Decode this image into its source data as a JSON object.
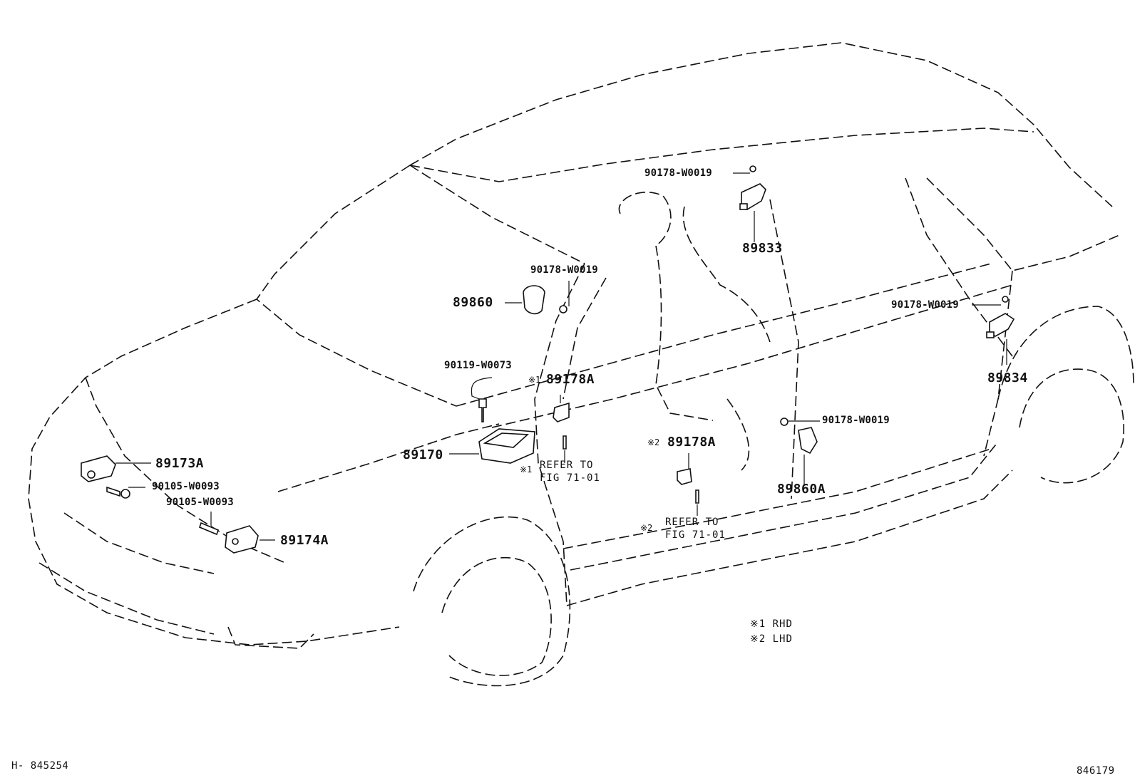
{
  "callouts": {
    "c90178_top": "90178-W0019",
    "c89833": "89833",
    "c90178_mid": "90178-W0019",
    "c89860": "89860",
    "c90178_right": "90178-W0019",
    "c89834": "89834",
    "c90119": "90119-W0073",
    "c89178a_1": "89178A",
    "c89170": "89170",
    "c89178a_2": "89178A",
    "c90178_low": "90178-W0019",
    "c89860a": "89860A",
    "c89173a": "89173A",
    "c90105_a": "90105-W0093",
    "c90105_b": "90105-W0093",
    "c89174a": "89174A"
  },
  "marks": {
    "m1": "※1",
    "m2": "※2"
  },
  "refer": {
    "r1_line1": "REFER TO",
    "r1_line2": "FIG 71-01",
    "r2_line1": "REFER TO",
    "r2_line2": "FIG 71-01"
  },
  "legend": {
    "rhd": "※1 RHD",
    "lhd": "※2 LHD"
  },
  "footer": {
    "left_code": "H- 845254",
    "right_code": "846179"
  },
  "colors": {
    "line": "#111111",
    "background": "#ffffff"
  }
}
